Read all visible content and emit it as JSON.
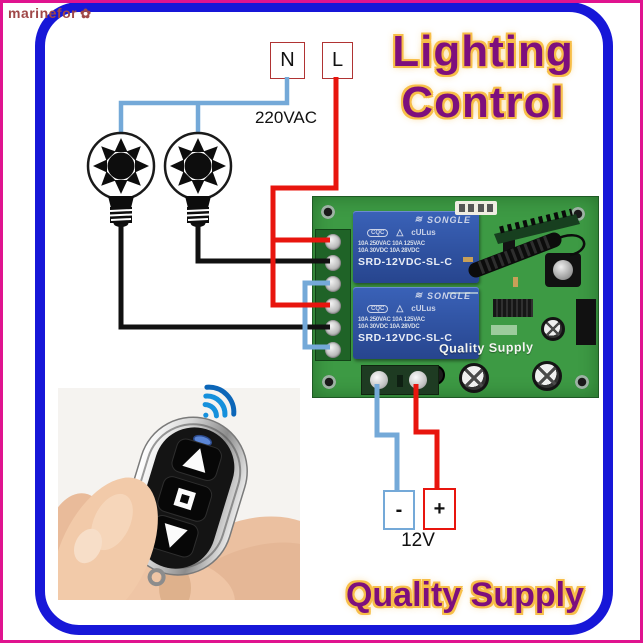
{
  "watermark": {
    "text": "marinefor",
    "flower": "✿"
  },
  "title": {
    "line1": "Lighting",
    "line2": "Control"
  },
  "ac": {
    "n": "N",
    "l": "L",
    "voltage": "220VAC"
  },
  "dc": {
    "minus": "-",
    "plus": "+",
    "voltage": "12V"
  },
  "relay": {
    "logo": "≋",
    "brand": "SONGLE",
    "cqc": "CQC",
    "triangle": "△",
    "ul": "cULus",
    "ratings1": "10A 250VAC 10A 125VAC",
    "ratings2": "10A 30VDC 10A 28VDC",
    "model": "SRD-12VDC-SL-C"
  },
  "board": {
    "print": "Quality Supply"
  },
  "brand": {
    "text": "Quality Supply"
  },
  "colors": {
    "frame_magenta": "#E0138F",
    "frame_blue": "#1717D8",
    "title_purple": "#7D0F7D",
    "title_glow": "#F7BE48",
    "wire_live_red": "#E8150E",
    "wire_neutral_blue": "#74A9D8",
    "wire_lamp_black": "#111111",
    "pcb_green": "#3D9A44",
    "relay_blue": "#2E55A8",
    "terminal_block_green": "#1F6327",
    "wifi_blue": "#1590DC",
    "watermark_red": "#A04848"
  }
}
